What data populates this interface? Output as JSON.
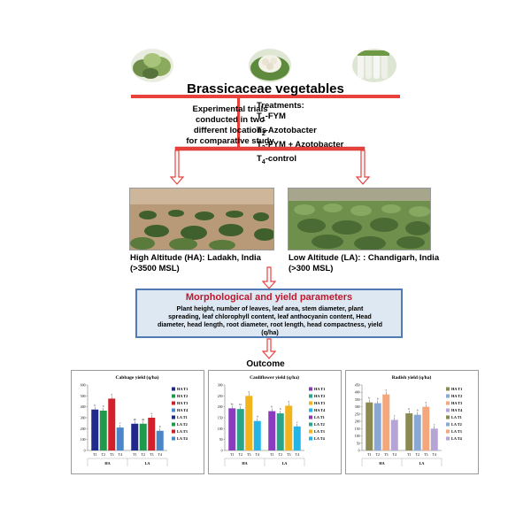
{
  "header": {
    "title": "Brassicaceae vegetables"
  },
  "experiment": {
    "lines": [
      "Experimental trials",
      "conducted in two",
      "different locations",
      "for comparative study"
    ]
  },
  "treatments": {
    "heading": "Treatments:",
    "items": [
      {
        "code": "T",
        "sub": "1",
        "text": "-FYM"
      },
      {
        "code": "T",
        "sub": "2",
        "text": "-Azotobacter"
      },
      {
        "code": "T",
        "sub": "3",
        "text": "-FYM + Azotobacter"
      },
      {
        "code": "T",
        "sub": "4",
        "text": "-control"
      }
    ]
  },
  "locations": {
    "high": {
      "line1": "High Altitude (HA): Ladakh, India",
      "line2": "(>3500 MSL)"
    },
    "low": {
      "line1": "Low Altitude (LA): : Chandigarh, India",
      "line2": "(>300 MSL)"
    }
  },
  "parameters": {
    "title": "Morphological and yield parameters",
    "lines": [
      "Plant height, number of leaves, leaf area, stem diameter,  plant",
      "spreading, leaf chlorophyll content, leaf anthocyanin content, Head",
      "diameter, head length, root diameter, root length, head compactness, yield",
      "(q/ha)"
    ]
  },
  "outcome": {
    "label": "Outcome"
  },
  "colors": {
    "arrow": "#e8413c",
    "box_fill": "#dde8f3",
    "box_border": "#4f7ab4",
    "param_title": "#c0182d"
  },
  "chart_data": [
    {
      "type": "bar",
      "title": "Cabbage yield (q/ha)",
      "ylim": [
        0,
        600
      ],
      "yticks": [
        0,
        100,
        200,
        300,
        400,
        500,
        600
      ],
      "groups": [
        "HA",
        "LA"
      ],
      "categories": [
        "T1",
        "T2",
        "T3",
        "T4"
      ],
      "series": [
        {
          "name": "HA",
          "values": [
            375,
            365,
            475,
            210
          ],
          "colors": [
            "#1f2a8c",
            "#1e9a4a",
            "#d2202a",
            "#4a86c8"
          ],
          "letters": [
            "b",
            "b",
            "a",
            "c"
          ]
        },
        {
          "name": "LA",
          "values": [
            245,
            245,
            300,
            180
          ],
          "colors": [
            "#1f2a8c",
            "#1e9a4a",
            "#d2202a",
            "#4a86c8"
          ],
          "letters": [
            "ab",
            "ab",
            "a",
            "b"
          ]
        }
      ],
      "legend": [
        "HA T1",
        "HA T2",
        "HA T3",
        "HA T4",
        "LA T1",
        "LA T2",
        "LA T3",
        "LA T4"
      ],
      "legend_colors": [
        "#1f2a8c",
        "#1e9a4a",
        "#d2202a",
        "#4a86c8",
        "#1f2a8c",
        "#1e9a4a",
        "#d2202a",
        "#4a86c8"
      ],
      "legend_placement": "right"
    },
    {
      "type": "bar",
      "title": "Cauliflower yield (q/ha)",
      "ylim": [
        0,
        300
      ],
      "yticks": [
        0,
        50,
        100,
        150,
        200,
        250,
        300
      ],
      "groups": [
        "HA",
        "LA"
      ],
      "categories": [
        "T1",
        "T2",
        "T3",
        "T4"
      ],
      "series": [
        {
          "name": "HA",
          "values": [
            193,
            190,
            250,
            135
          ],
          "colors": [
            "#8a3bbf",
            "#2aa58a",
            "#f2b31d",
            "#22b5e6"
          ],
          "letters": [
            "bc",
            "bc",
            "a",
            "d"
          ]
        },
        {
          "name": "LA",
          "values": [
            180,
            170,
            205,
            110
          ],
          "colors": [
            "#8a3bbf",
            "#2aa58a",
            "#f2b31d",
            "#22b5e6"
          ],
          "letters": [
            "b",
            "b",
            "a",
            "c"
          ]
        }
      ],
      "legend": [
        "HA T1",
        "HA T2",
        "HA T3",
        "HA T4",
        "LA T1",
        "LA T2",
        "LA T3",
        "LA T4"
      ],
      "legend_colors": [
        "#8a3bbf",
        "#2aa58a",
        "#f2b31d",
        "#22b5e6",
        "#8a3bbf",
        "#2aa58a",
        "#f2b31d",
        "#22b5e6"
      ],
      "legend_placement": "right"
    },
    {
      "type": "bar",
      "title": "Radish yield (q/ha)",
      "ylim": [
        0,
        450
      ],
      "yticks": [
        0,
        50,
        100,
        150,
        200,
        250,
        300,
        350,
        400,
        450
      ],
      "groups": [
        "HA",
        "LA"
      ],
      "categories": [
        "T1",
        "T2",
        "T3",
        "T4"
      ],
      "series": [
        {
          "name": "HA",
          "values": [
            330,
            325,
            385,
            210
          ],
          "colors": [
            "#8a8a52",
            "#8aa8d6",
            "#f4a77a",
            "#b7a4d6"
          ],
          "letters": [
            "b",
            "b",
            "a",
            "c"
          ]
        },
        {
          "name": "LA",
          "values": [
            255,
            245,
            300,
            150
          ],
          "colors": [
            "#8a8a52",
            "#8aa8d6",
            "#f4a77a",
            "#b7a4d6"
          ],
          "letters": [
            "b",
            "b",
            "a",
            "c"
          ]
        }
      ],
      "legend": [
        "HA T1",
        "HA T2",
        "HA T3",
        "HA T4",
        "LA T1",
        "LA T2",
        "LA T3",
        "LA T4"
      ],
      "legend_colors": [
        "#8a8a52",
        "#8aa8d6",
        "#f4a77a",
        "#b7a4d6",
        "#8a8a52",
        "#8aa8d6",
        "#f4a77a",
        "#b7a4d6"
      ],
      "legend_placement": "right"
    }
  ]
}
